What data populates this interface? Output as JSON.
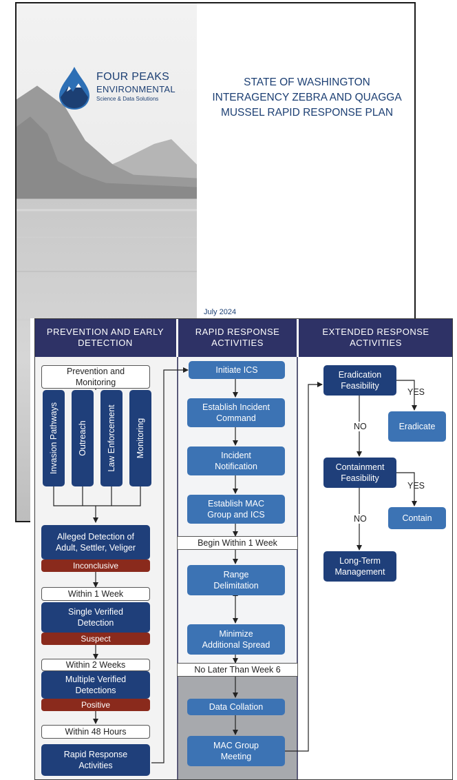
{
  "cover": {
    "logo": {
      "name_line1": "FOUR PEAKS",
      "name_line2": "ENVIRONMENTAL",
      "tagline": "Science & Data Solutions"
    },
    "title_lines": [
      "STATE OF WASHINGTON",
      "INTERAGENCY ZEBRA AND QUAGGA",
      "MUSSEL RAPID RESPONSE PLAN"
    ],
    "date": "July 2024"
  },
  "flowchart": {
    "headers": {
      "col1_l1": "PREVENTION AND EARLY",
      "col1_l2": "DETECTION",
      "col2_l1": "RAPID RESPONSE",
      "col2_l2": "ACTIVITIES",
      "col3_l1": "EXTENDED RESPONSE",
      "col3_l2": "ACTIVITIES"
    },
    "prevention": {
      "top_l1": "Prevention and",
      "top_l2": "Monitoring",
      "tabs": [
        "Invasion Pathways",
        "Outreach",
        "Law Enforcement",
        "Monitoring"
      ],
      "alleged_l1": "Alleged Detection of",
      "alleged_l2": "Adult, Settler, Veliger",
      "inconclusive": "Inconclusive",
      "within_1_week": "Within 1 Week",
      "single_l1": "Single Verified",
      "single_l2": "Detection",
      "suspect": "Suspect",
      "within_2_weeks": "Within 2 Weeks",
      "multiple_l1": "Multiple Verified",
      "multiple_l2": "Detections",
      "positive": "Positive",
      "within_48_hours": "Within 48 Hours",
      "rapid_l1": "Rapid Response",
      "rapid_l2": "Activities"
    },
    "rapid": {
      "initiate": "Initiate ICS",
      "establish_ic_l1": "Establish Incident",
      "establish_ic_l2": "Command",
      "notification_l1": "Incident",
      "notification_l2": "Notification",
      "mac_l1": "Establish MAC",
      "mac_l2": "Group and ICS",
      "begin_band": "Begin Within 1 Week",
      "range_l1": "Range",
      "range_l2": "Delimitation",
      "minimize_l1": "Minimize",
      "minimize_l2": "Additional Spread",
      "week6_band": "No Later Than Week 6",
      "collation": "Data Collation",
      "meeting_l1": "MAC Group",
      "meeting_l2": "Meeting"
    },
    "extended": {
      "erad_feas_l1": "Eradication",
      "erad_feas_l2": "Feasibility",
      "yes1": "YES",
      "eradicate": "Eradicate",
      "no1": "NO",
      "cont_feas_l1": "Containment",
      "cont_feas_l2": "Feasibility",
      "yes2": "YES",
      "contain": "Contain",
      "no2": "NO",
      "longterm_l1": "Long-Term",
      "longterm_l2": "Management"
    }
  }
}
